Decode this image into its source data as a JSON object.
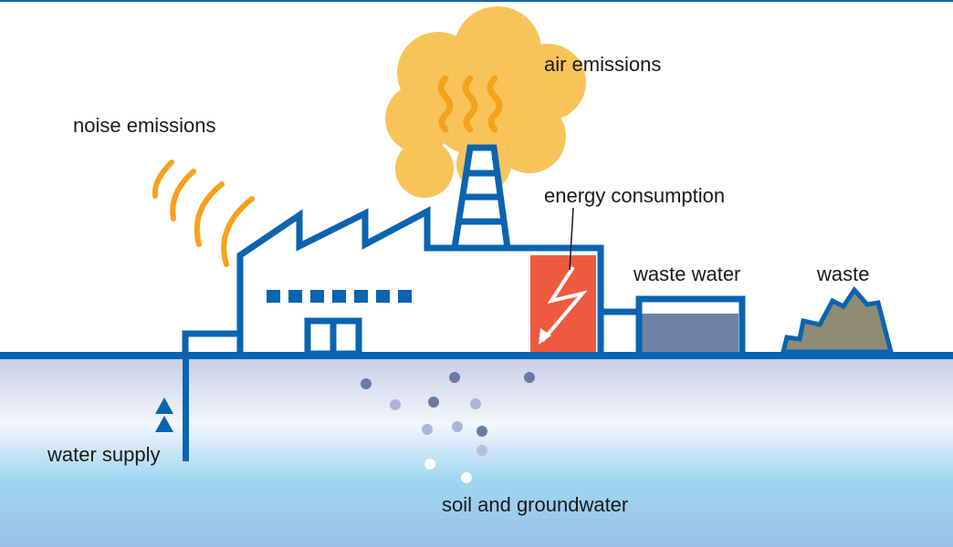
{
  "labels": {
    "air_emissions": "air emissions",
    "noise_emissions": "noise emissions",
    "energy_consumption": "energy consumption",
    "waste_water": "waste water",
    "waste": "waste",
    "water_supply": "water supply",
    "soil_groundwater": "soil and groundwater"
  },
  "colors": {
    "outline": "#0a64b0",
    "smoke": "#f8c45a",
    "smoke_lines": "#f5a21c",
    "energy_block": "#ee5a40",
    "waste_water_tank": "#6d82a6",
    "waste_pile": "#8f8a74",
    "ground_top": "#eef1f8",
    "ground_bottom": "#a8c6e6"
  },
  "icons": [
    "noise-arcs-icon",
    "heat-waves-icon",
    "lightning-icon",
    "up-arrows-icon"
  ]
}
